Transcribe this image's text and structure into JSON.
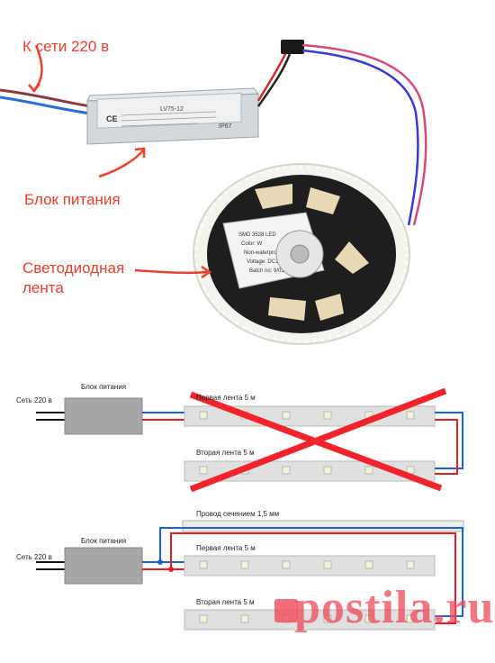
{
  "photo": {
    "annotations": {
      "mains": "К сети 220 в",
      "psu": "Блок питания",
      "led_strip_line1": "Светодиодная",
      "led_strip_line2": "лента"
    },
    "psu_label": {
      "model": "LV75-12",
      "rating": "IP67",
      "ce_mark": "CE"
    },
    "reel_label": {
      "line1": "SMD 3528 LED",
      "line2": "Color: W",
      "line3": "Non-waterproof",
      "line4": "Voltage: DC12V",
      "line5": "Batch no: 9/01"
    }
  },
  "diagram_wrong": {
    "mains_label": "Сеть 220 в",
    "psu_label": "Блок питания",
    "strip1_label": "Первая лента 5 м",
    "strip2_label": "Вторая лента 5 м"
  },
  "diagram_right": {
    "wire_label": "Провод сечением 1,5 мм",
    "mains_label": "Сеть 220 в",
    "psu_label": "Блок питания",
    "strip1_label": "Первая лента 5 м",
    "strip2_label": "Вторая лента 5 м"
  },
  "watermark": "postila.ru",
  "colors": {
    "annotation": "#e8402a",
    "wire_red": "#e31e24",
    "wire_blue": "#1d62d8",
    "cross": "#f0242a",
    "psu_body": "#a7a7a7",
    "strip_body": "#dfe1e0"
  }
}
